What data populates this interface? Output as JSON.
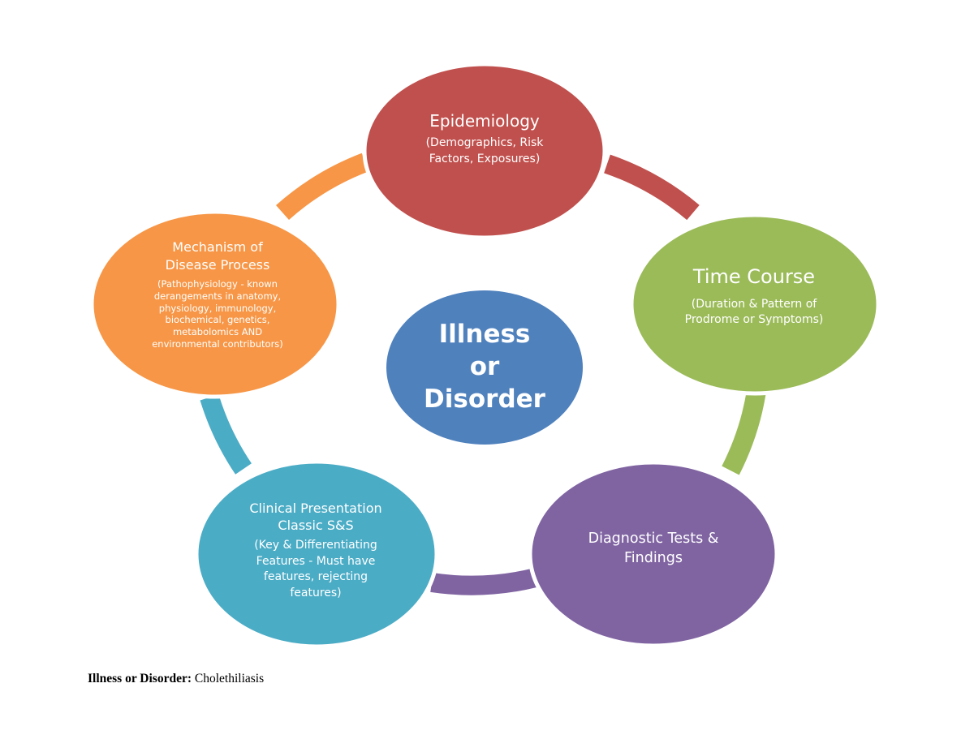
{
  "diagram": {
    "colors": {
      "epidemiology": "#c0504d",
      "time_course": "#9bbb59",
      "diagnostic": "#8064a2",
      "clinical": "#4bacc6",
      "mechanism": "#f79646",
      "center": "#4f81bd"
    },
    "center": {
      "line1": "Illness",
      "line2": "or",
      "line3": "Disorder"
    },
    "nodes": {
      "epidemiology": {
        "title": "Epidemiology",
        "desc_line1": "(Demographics, Risk",
        "desc_line2": "Factors, Exposures)"
      },
      "time_course": {
        "title": "Time Course",
        "desc_line1": "(Duration & Pattern of",
        "desc_line2": "Prodrome or Symptoms)"
      },
      "diagnostic": {
        "title_line1": "Diagnostic Tests &",
        "title_line2": "Findings"
      },
      "clinical": {
        "title_line1": "Clinical Presentation",
        "title_line2": "Classic S&S",
        "desc_line1": "(Key & Differentiating",
        "desc_line2": "Features - Must have",
        "desc_line3": "features, rejecting",
        "desc_line4": "features)"
      },
      "mechanism": {
        "title_line1": "Mechanism of",
        "title_line2": "Disease Process",
        "desc_line1": "(Pathophysiology - known",
        "desc_line2": "derangements in anatomy,",
        "desc_line3": "physiology, immunology,",
        "desc_line4": "biochemical, genetics,",
        "desc_line5": "metabolomics AND",
        "desc_line6": "environmental contributors)"
      }
    }
  },
  "caption": {
    "label": "Illness or Disorder:",
    "value": "Cholethiliasis"
  }
}
